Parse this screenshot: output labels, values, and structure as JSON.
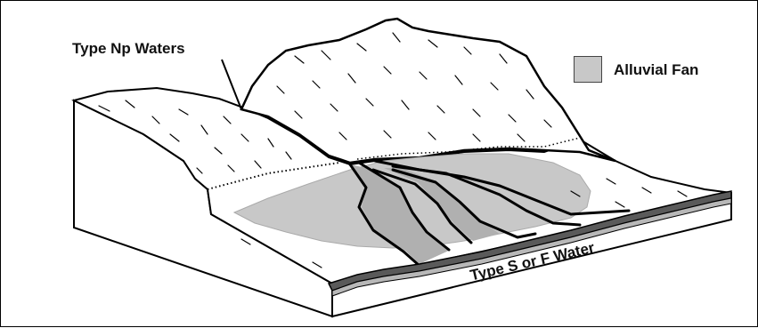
{
  "labels": {
    "np_waters": "Type Np Waters",
    "s_or_f_water": "Type S or F Water"
  },
  "legend": {
    "items": [
      {
        "label": "Alluvial Fan",
        "color": "#c8c8c8"
      }
    ]
  },
  "colors": {
    "alluvial_fan": "#c8c8c8",
    "stream_channel": "#8a8a8a",
    "water_band": "#5a5a5a",
    "outline": "#000000"
  }
}
